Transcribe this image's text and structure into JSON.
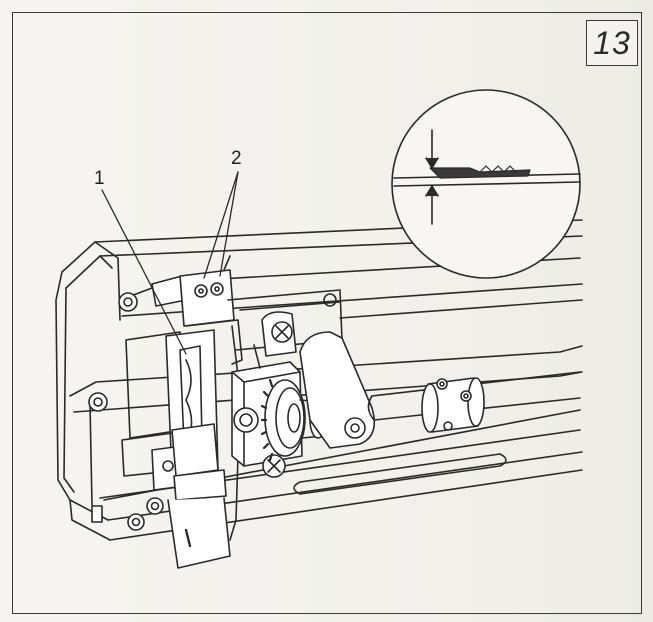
{
  "figure": {
    "number": "13",
    "callouts": [
      {
        "id": "1",
        "label": "1"
      },
      {
        "id": "2",
        "label": "2"
      }
    ]
  },
  "colors": {
    "line": "#2a2a2a",
    "paper": "#f2f1ec",
    "part_fill": "#ffffff",
    "shade": "#9a9a9a"
  }
}
